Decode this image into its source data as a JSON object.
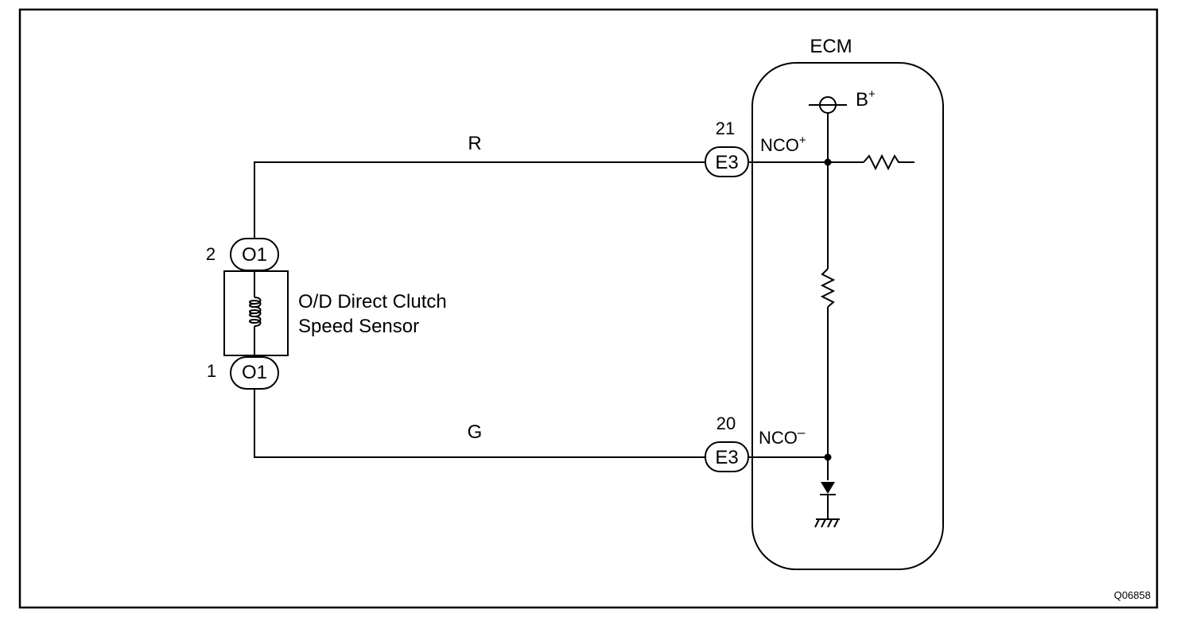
{
  "ecm": {
    "title": "ECM"
  },
  "power": {
    "label": "B",
    "sup": "+"
  },
  "wires": {
    "top_color": "R",
    "bottom_color": "G"
  },
  "ecm_pins": {
    "top": {
      "pin": "21",
      "connector": "E3",
      "signal": "NCO",
      "sup": "+"
    },
    "bottom": {
      "pin": "20",
      "connector": "E3",
      "signal": "NCO",
      "sup": "–"
    }
  },
  "sensor": {
    "line1": "O/D Direct Clutch",
    "line2": "Speed Sensor",
    "top": {
      "pin": "2",
      "connector": "O1"
    },
    "bottom": {
      "pin": "1",
      "connector": "O1"
    }
  },
  "figure_id": "Q06858"
}
